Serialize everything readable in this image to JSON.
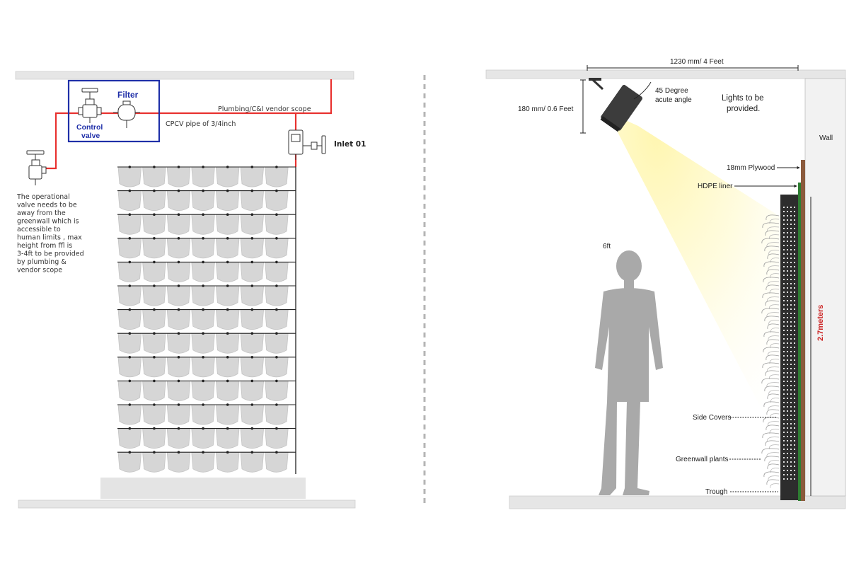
{
  "left_panel": {
    "filter_label": "Filter",
    "control_valve_label_line1": "Control",
    "control_valve_label_line2": "valve",
    "scope_label": "Plumbing/C&I vendor scope",
    "pipe_label": "CPCV pipe of 3/4inch",
    "inlet_label": "Inlet 01",
    "operational_note": [
      "The operational",
      "valve needs to be",
      "away from the",
      "greenwall which is",
      "accessible to",
      "human limits , max",
      "height from ffl is",
      "3-4ft to be provided",
      "by plumbing &",
      "vendor scope"
    ],
    "greenwall_rows": 13,
    "greenwall_columns": 7
  },
  "right_panel": {
    "width_dimension": "1230 mm/ 4 Feet",
    "drop_dimension": "180 mm/ 0.6 Feet",
    "angle_label_line1": "45 Degree",
    "angle_label_line2": "acute angle",
    "lights_note_line1": "Lights to be",
    "lights_note_line2": "provided.",
    "wall_label": "Wall",
    "plywood_label": "18mm Plywood",
    "liner_label": "HDPE liner",
    "person_height": "6ft",
    "wall_height": "2.7meters",
    "side_covers_label": "Side Covers",
    "plants_label": "Greenwall plants",
    "trough_label": "Trough"
  },
  "colors": {
    "pipe": "#e8312f",
    "blue_box": "#1f2fa8",
    "dimension_red": "#cc2222",
    "slab": "#e6e6e6",
    "module": "#d6d6d6",
    "silhouette": "#a9a9a9",
    "fixture": "#3c3c3c",
    "light_beam": "#fff3a8"
  }
}
